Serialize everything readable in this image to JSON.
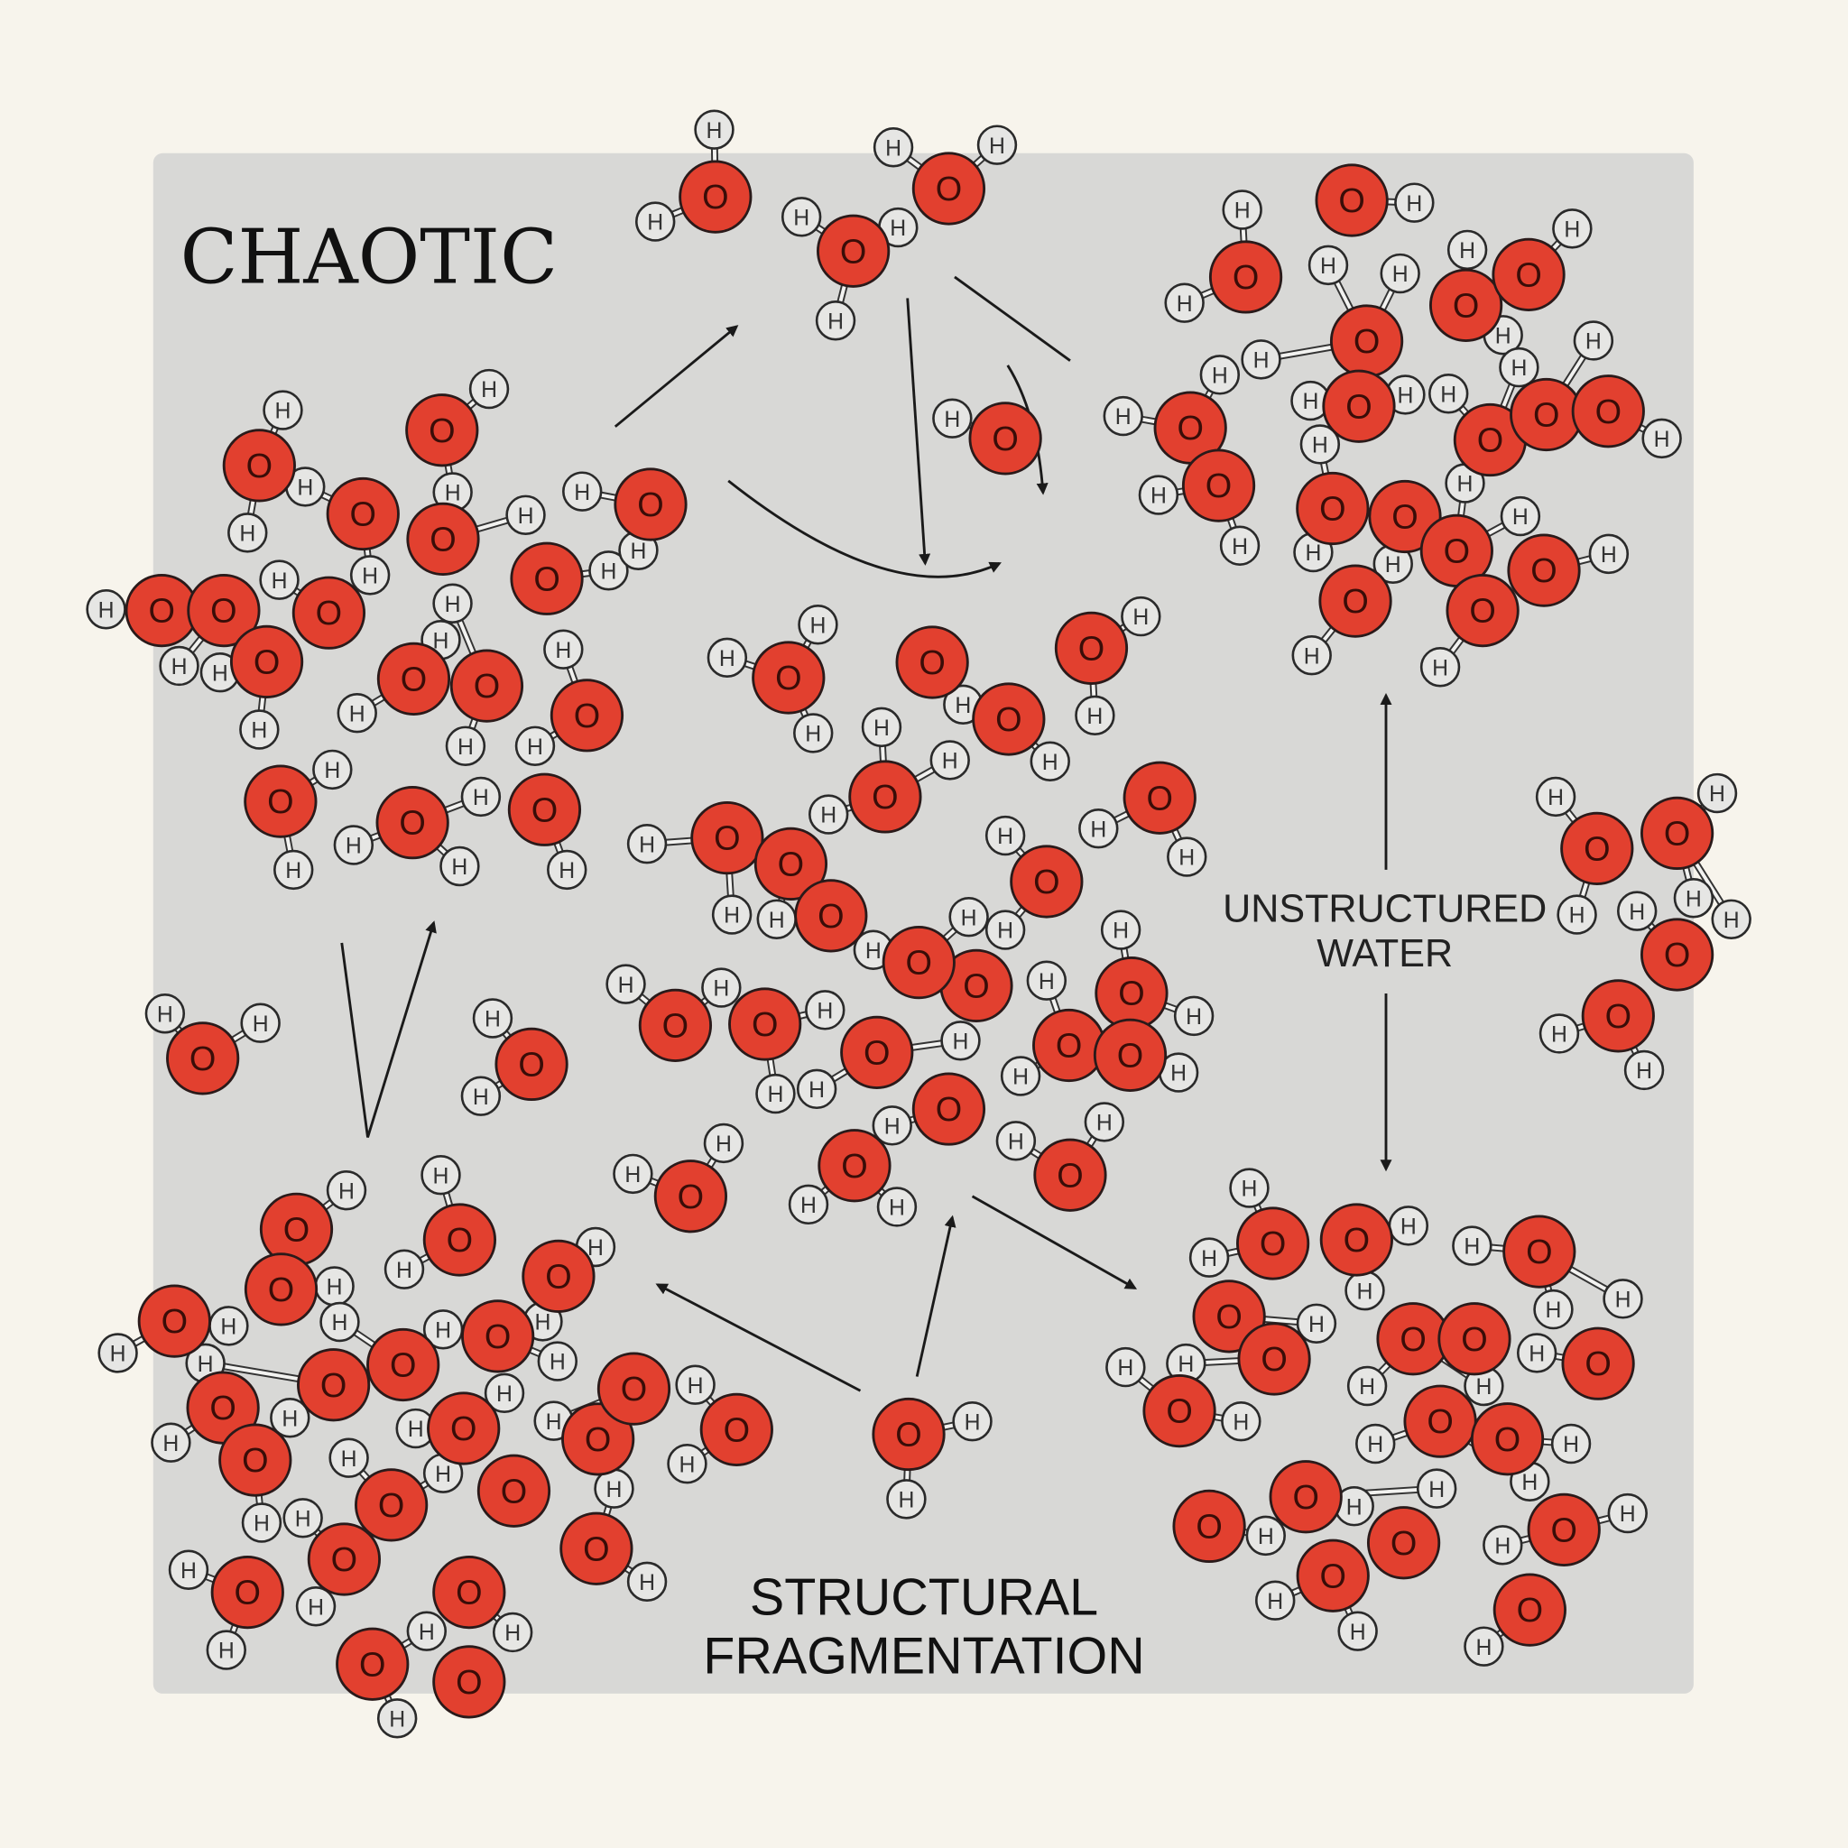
{
  "labels": {
    "chaotic": "CHAOTIC",
    "unstructured_line1": "UNSTRUCTURED",
    "unstructured_line2": "WATER",
    "fragmentation_line1": "STRUCTURAL",
    "fragmentation_line2": "FRAGMENTATION"
  },
  "atom_labels": {
    "oxygen": "O",
    "hydrogen": "H"
  },
  "colors": {
    "background": "#f7f4ec",
    "panel": "#d8d8d6",
    "oxygen": "#e2402f",
    "hydrogen": "#e6e6e4",
    "ink": "#1a1a1a"
  }
}
